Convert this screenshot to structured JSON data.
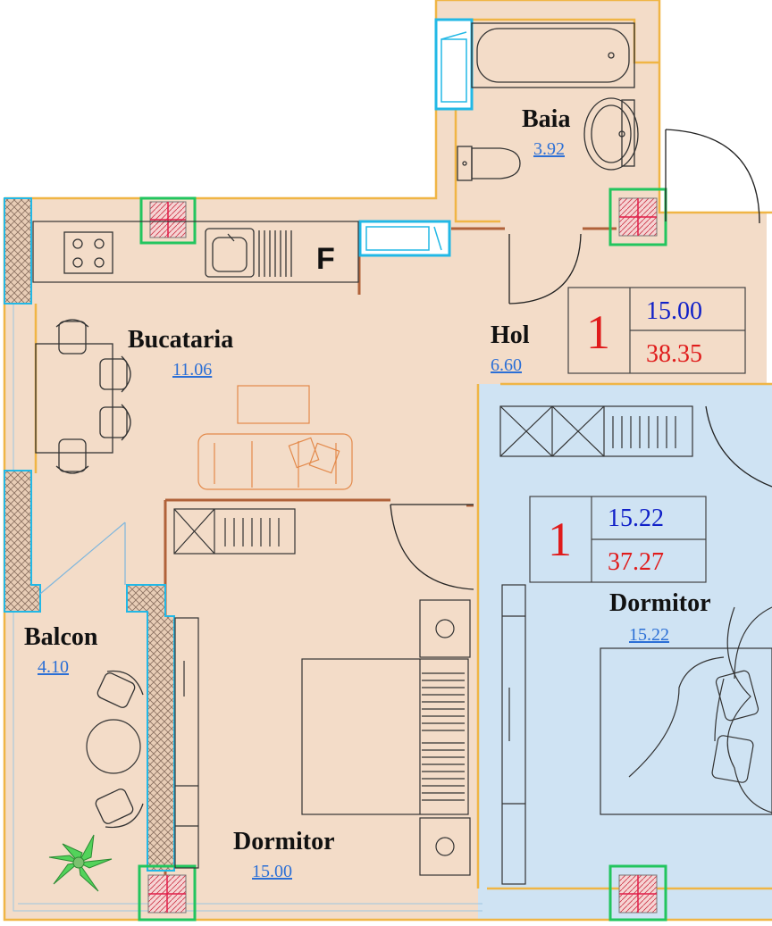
{
  "colors": {
    "unit_a_fill": "#f3dcc8",
    "unit_b_fill": "#cfe3f3",
    "wall_outline": "#f0b545",
    "inner_wall": "#b0623a",
    "column": "#22c55e",
    "column_cross": "#e11d48",
    "window": "#22b8e6",
    "furniture_line": "#333333",
    "sofa_line": "#e3894a"
  },
  "rooms": {
    "baia": {
      "name": "Baia",
      "area": "3.92"
    },
    "bucataria": {
      "name": "Bucataria",
      "area": "11.06"
    },
    "hol": {
      "name": "Hol",
      "area": "6.60"
    },
    "balcon": {
      "name": "Balcon",
      "area": "4.10"
    },
    "dormitor_a": {
      "name": "Dormitor",
      "area": "15.00"
    },
    "dormitor_b": {
      "name": "Dormitor",
      "area": "15.22"
    }
  },
  "apartments": [
    {
      "number": "1",
      "area_top": "15.00",
      "area_bottom": "38.35"
    },
    {
      "number": "1",
      "area_top": "15.22",
      "area_bottom": "37.27"
    }
  ],
  "kitchen_mark": "F",
  "icons": [
    "stove-icon",
    "sink-icon",
    "bathtub-icon",
    "toilet-icon",
    "washbasin-icon",
    "sofa-icon",
    "bed-icon",
    "chair-icon",
    "plant-icon",
    "door-icon",
    "column-icon",
    "window-icon"
  ]
}
